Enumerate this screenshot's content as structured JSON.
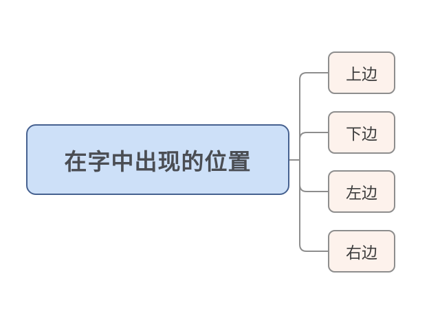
{
  "colors": {
    "canvas_bg": "#ffffff",
    "root_fill": "#cde0f8",
    "root_border": "#45608f",
    "root_text": "#4a4d53",
    "child_fill": "#fdf2ec",
    "child_border": "#8d8d8d",
    "child_text": "#3d3d3d",
    "connector": "#8d8d8d"
  },
  "mindmap": {
    "root": {
      "label": "在字中出现的位置"
    },
    "children": [
      {
        "label": "上边"
      },
      {
        "label": "下边"
      },
      {
        "label": "左边"
      },
      {
        "label": "右边"
      }
    ]
  }
}
